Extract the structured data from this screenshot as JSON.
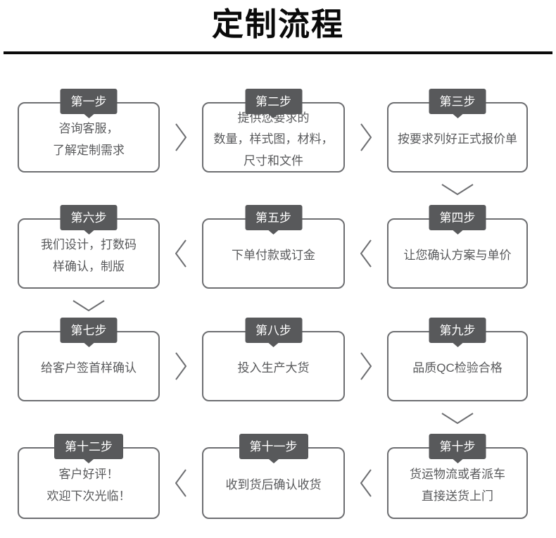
{
  "title": "定制流程",
  "colors": {
    "badge_bg": "#58595b",
    "badge_text": "#ffffff",
    "box_border": "#6d6e71",
    "box_text": "#58595b",
    "arrow": "#6d6e71",
    "title_text": "#0a0a0a",
    "divider": "#0a0a0a"
  },
  "steps": [
    {
      "badge": "第一步",
      "lines": [
        "咨询客服，",
        "了解定制需求"
      ]
    },
    {
      "badge": "第二步",
      "lines": [
        "提供您要求的",
        "数量，样式图，材料，",
        "尺寸和文件"
      ]
    },
    {
      "badge": "第三步",
      "lines": [
        "按要求列好正式报价单"
      ]
    },
    {
      "badge": "第四步",
      "lines": [
        "让您确认方案与单价"
      ]
    },
    {
      "badge": "第五步",
      "lines": [
        "下单付款或订金"
      ]
    },
    {
      "badge": "第六步",
      "lines": [
        "我们设计，打数码",
        "样确认，制版"
      ]
    },
    {
      "badge": "第七步",
      "lines": [
        "给客户签首样确认"
      ]
    },
    {
      "badge": "第八步",
      "lines": [
        "投入生产大货"
      ]
    },
    {
      "badge": "第九步",
      "lines": [
        "品质QC检验合格"
      ]
    },
    {
      "badge": "第十步",
      "lines": [
        "货运物流或者派车",
        "直接送货上门"
      ]
    },
    {
      "badge": "第十一步",
      "lines": [
        "收到货后确认收货"
      ]
    },
    {
      "badge": "第十二步",
      "lines": [
        "客户好评！",
        "欢迎下次光临！"
      ]
    }
  ]
}
